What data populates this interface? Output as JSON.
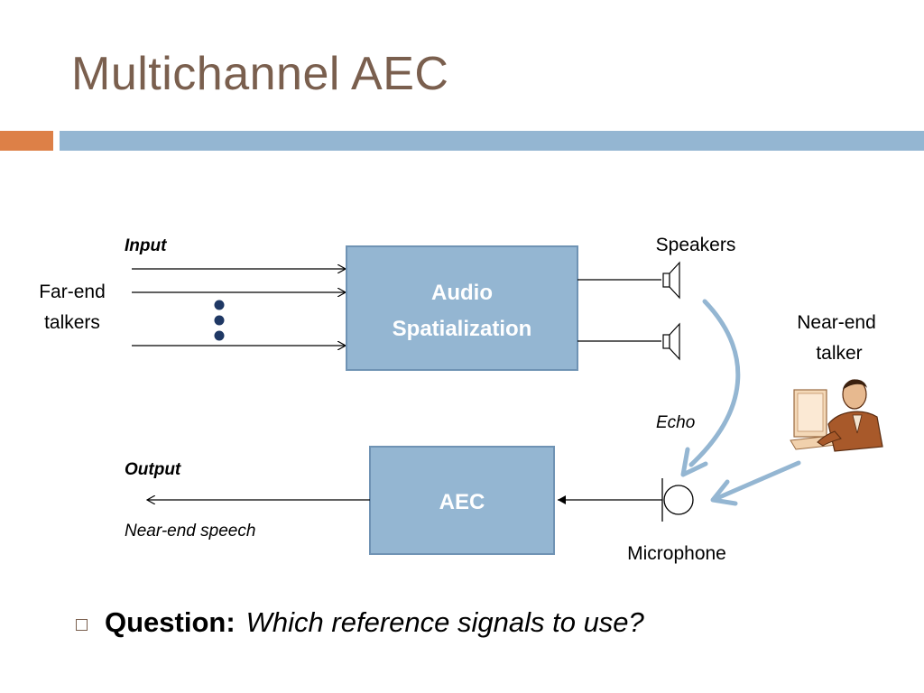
{
  "slide": {
    "title": "Multichannel AEC",
    "accent_color": "#dd8047",
    "bar_color": "#94b6d2",
    "title_color": "#7a5f4e"
  },
  "diagram": {
    "input_label": "Input",
    "far_end_line1": "Far-end",
    "far_end_line2": "talkers",
    "spatialization_line1": "Audio",
    "spatialization_line2": "Spatialization",
    "speakers_label": "Speakers",
    "near_end_talker_line1": "Near-end",
    "near_end_talker_line2": "talker",
    "echo_label": "Echo",
    "output_label": "Output",
    "aec_label": "AEC",
    "near_end_speech_label": "Near-end speech",
    "microphone_label": "Microphone",
    "box_fill": "#94b6d2",
    "box_stroke": "#6f93b4",
    "echo_arrow_color": "#94b6d2",
    "dot_color": "#1f3864"
  },
  "bullet": {
    "label": "Question:",
    "text": "Which reference signals to use?"
  }
}
